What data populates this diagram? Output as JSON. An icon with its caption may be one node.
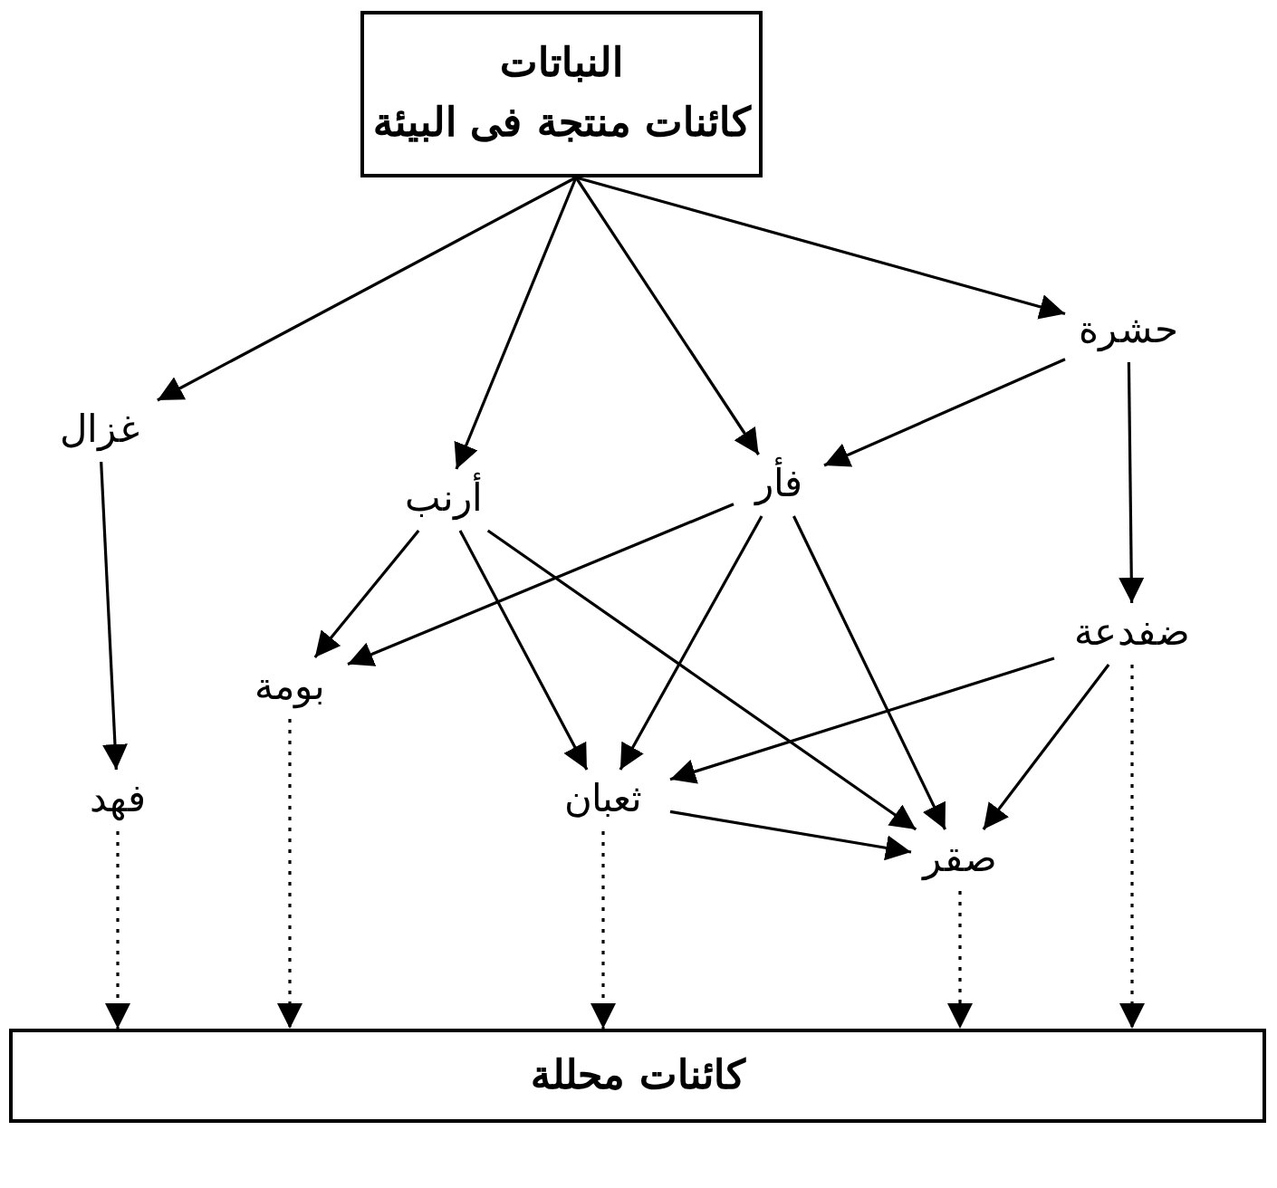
{
  "diagram": {
    "nodes": [
      {
        "text": [
          "النباتات",
          "كائنات منتجة فى البيئة"
        ]
      },
      {
        "text": [
          "غزال"
        ]
      },
      {
        "text": [
          "أرنب"
        ]
      },
      {
        "text": [
          "فأر"
        ]
      },
      {
        "text": [
          "حشرة"
        ]
      },
      {
        "text": [
          "ضفدعة"
        ]
      },
      {
        "text": [
          "بومة"
        ]
      },
      {
        "text": [
          "فهد"
        ]
      },
      {
        "text": [
          "ثعبان"
        ]
      },
      {
        "text": [
          "صقر"
        ]
      },
      {
        "text": [
          "كائنات محللة"
        ]
      }
    ],
    "edges": [
      {
        "from": 0,
        "to": 1,
        "arrow": "to"
      },
      {
        "from": 0,
        "to": 2,
        "arrow": "to"
      },
      {
        "from": 0,
        "to": 3,
        "arrow": "to"
      },
      {
        "from": 0,
        "to": 4,
        "arrow": "to"
      },
      {
        "from": 4,
        "to": 3,
        "arrow": "to"
      },
      {
        "from": 4,
        "to": 5,
        "arrow": "to"
      },
      {
        "from": 1,
        "to": 7,
        "arrow": "to"
      },
      {
        "from": 2,
        "to": 6,
        "arrow": "to"
      },
      {
        "from": 2,
        "to": 8,
        "arrow": "to"
      },
      {
        "from": 2,
        "to": 9,
        "arrow": "to"
      },
      {
        "from": 3,
        "to": 6,
        "arrow": "to"
      },
      {
        "from": 3,
        "to": 8,
        "arrow": "to"
      },
      {
        "from": 3,
        "to": 9,
        "arrow": "to"
      },
      {
        "from": 5,
        "to": 8,
        "arrow": "to"
      },
      {
        "from": 5,
        "to": 9,
        "arrow": "to"
      },
      {
        "from": 8,
        "to": 9,
        "arrow": "to"
      },
      {
        "from": 7,
        "to": 10,
        "arrow": "to",
        "style": "dashed"
      },
      {
        "from": 6,
        "to": 10,
        "arrow": "to",
        "style": "dashed"
      },
      {
        "from": 8,
        "to": 10,
        "arrow": "to",
        "style": "dashed"
      },
      {
        "from": 9,
        "to": 10,
        "arrow": "to",
        "style": "dashed"
      },
      {
        "from": 5,
        "to": 10,
        "arrow": "to",
        "style": "dashed"
      }
    ]
  }
}
